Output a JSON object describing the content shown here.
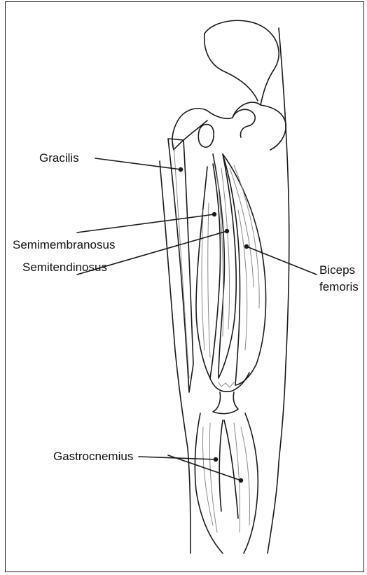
{
  "labels": {
    "gracilis": "Gracilis",
    "semimembranosus": "Semimembranosus",
    "semitendinosus": "Semitendinosus",
    "biceps_line1": "Biceps",
    "biceps_line2": "femoris",
    "gastrocnemius": "Gastrocnemius"
  },
  "colors": {
    "ink": "#1a1a1a",
    "shade": "#8a8a8a"
  }
}
